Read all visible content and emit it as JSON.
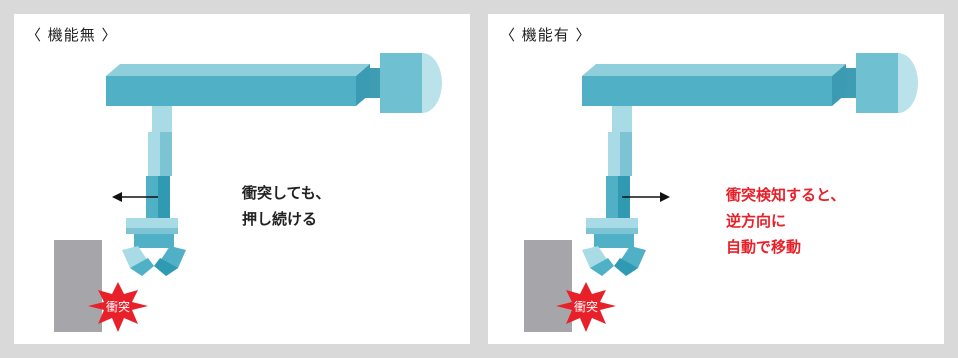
{
  "left_panel": {
    "title": "〈 機能無 〉",
    "caption": "衝突しても、\n押し続ける",
    "burst_label": "衝突"
  },
  "right_panel": {
    "title": "〈 機能有 〉",
    "caption": "衝突検知すると、\n逆方向に\n自動で移動",
    "burst_label": "衝突"
  },
  "colors": {
    "arm_teal": "#4fb0c6",
    "arm_light": "#a9dbe6",
    "arm_dark": "#1f8fa8",
    "wall_gray": "#a6a6aa",
    "burst_red": "#e8202a",
    "caption_red": "#e8202a",
    "background": "#d9d9d9"
  }
}
